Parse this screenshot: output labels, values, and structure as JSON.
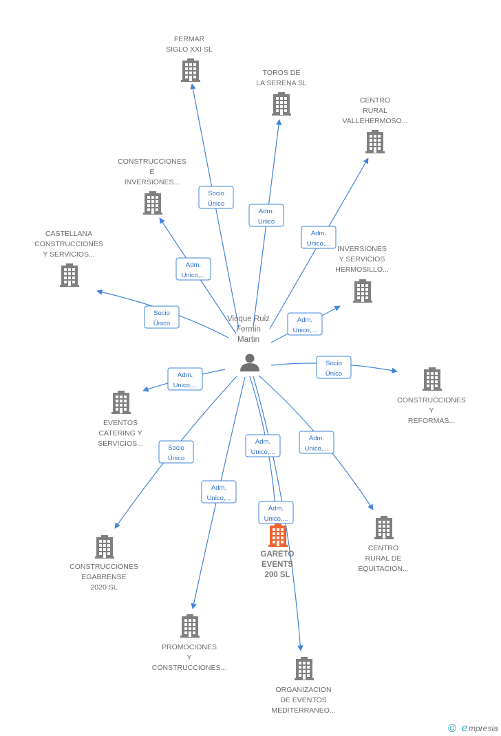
{
  "colors": {
    "edge": "#3f83d9",
    "box_border": "#3f83d9",
    "box_text": "#2f6fc6",
    "building": "#808080",
    "building_focus": "#f2622e",
    "node_text": "#6b6b6b",
    "person": "#707070"
  },
  "person": {
    "name_lines": [
      "Vioque Ruiz",
      "Fermin",
      "Martin"
    ],
    "icon": "person-icon"
  },
  "companies": [
    {
      "id": "fermar",
      "lines": [
        "FERMAR",
        "SIGLO XXI  SL"
      ],
      "focus": false
    },
    {
      "id": "toros",
      "lines": [
        "TOROS DE",
        "LA SERENA SL"
      ],
      "focus": false
    },
    {
      "id": "centro-rural-vallehermoso",
      "lines": [
        "CENTRO",
        "RURAL",
        "VALLEHERMOSO..."
      ],
      "focus": false
    },
    {
      "id": "construcciones-inversiones",
      "lines": [
        "CONSTRUCCIONES",
        "E",
        "INVERSIONES..."
      ],
      "focus": false
    },
    {
      "id": "castellana",
      "lines": [
        "CASTELLANA",
        "CONSTRUCCIONES",
        "Y SERVICIOS..."
      ],
      "focus": false
    },
    {
      "id": "inversiones-hermosillo",
      "lines": [
        "INVERSIONES",
        "Y SERVICIOS",
        "HERMOSILLO..."
      ],
      "focus": false
    },
    {
      "id": "construcciones-reformas",
      "lines": [
        "CONSTRUCCIONES",
        "Y",
        "REFORMAS..."
      ],
      "focus": false
    },
    {
      "id": "eventos-catering",
      "lines": [
        "EVENTOS",
        "CATERING Y",
        "SERVICIOS..."
      ],
      "focus": false
    },
    {
      "id": "centro-rural-equitacion",
      "lines": [
        "CENTRO",
        "RURAL DE",
        "EQUITACION..."
      ],
      "focus": false
    },
    {
      "id": "construcciones-egabrense",
      "lines": [
        "CONSTRUCCIONES",
        "EGABRENSE",
        "2020  SL"
      ],
      "focus": false
    },
    {
      "id": "gareto",
      "lines": [
        "GARETO",
        "EVENTS",
        "200  SL"
      ],
      "focus": true
    },
    {
      "id": "promociones",
      "lines": [
        "PROMOCIONES",
        "Y",
        "CONSTRUCCIONES..."
      ],
      "focus": false
    },
    {
      "id": "organizacion",
      "lines": [
        "ORGANIZACION",
        "DE EVENTOS",
        "MEDITERRANEO..."
      ],
      "focus": false
    }
  ],
  "relations": [
    {
      "to": "fermar",
      "lines": [
        "Socio",
        "Único"
      ]
    },
    {
      "to": "toros",
      "lines": [
        "Adm.",
        "Unico"
      ]
    },
    {
      "to": "centro-rural-vallehermoso",
      "lines": [
        "Adm.",
        "Unico,..."
      ]
    },
    {
      "to": "construcciones-inversiones",
      "lines": [
        "Adm.",
        "Unico,..."
      ]
    },
    {
      "to": "castellana",
      "lines": [
        "Socio",
        "Único"
      ]
    },
    {
      "to": "inversiones-hermosillo",
      "lines": [
        "Adm.",
        "Unico,..."
      ]
    },
    {
      "to": "construcciones-reformas",
      "lines": [
        "Socio",
        "Único"
      ]
    },
    {
      "to": "eventos-catering",
      "lines": [
        "Adm.",
        "Unico,..."
      ]
    },
    {
      "to": "centro-rural-equitacion",
      "lines": [
        "Adm.",
        "Unico,..."
      ]
    },
    {
      "to": "construcciones-egabrense",
      "lines": [
        "Socio",
        "Único"
      ]
    },
    {
      "to": "gareto",
      "lines": [
        "Adm.",
        "Unico,..."
      ]
    },
    {
      "to": "promociones",
      "lines": [
        "Adm.",
        "Unico,..."
      ]
    },
    {
      "to": "organizacion",
      "lines": [
        "Adm.",
        "Unico,..."
      ]
    }
  ],
  "watermark": {
    "symbol": "©",
    "brand": "mpresia",
    "brand_initial": "e"
  }
}
